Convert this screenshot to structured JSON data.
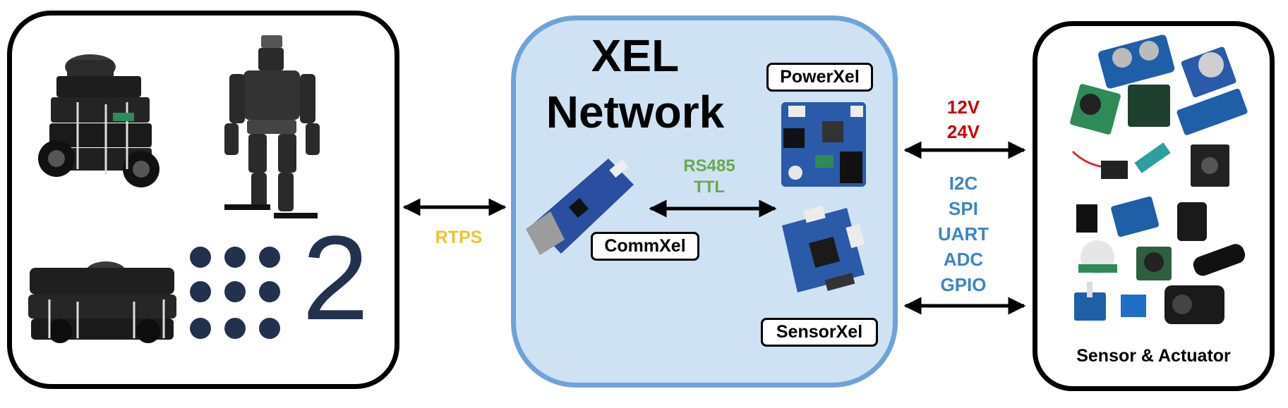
{
  "title": {
    "line1": "XEL",
    "line2": "Network"
  },
  "modules": {
    "power": "PowerXel",
    "comm": "CommXel",
    "sensor": "SensorXel"
  },
  "links": {
    "rtps": "RTPS",
    "bus": [
      "RS485",
      "TTL"
    ],
    "voltages": [
      "12V",
      "24V"
    ],
    "interfaces": [
      "I2C",
      "SPI",
      "UART",
      "ADC",
      "GPIO"
    ]
  },
  "ros2_logo_digit": "2",
  "sensor_panel_label": "Sensor & Actuator",
  "colors": {
    "rtps": "#f1c232",
    "bus": "#6aa84f",
    "voltage": "#cc0000",
    "interface": "#3d85c6",
    "network_fill": "#cfe2f3",
    "network_border": "#6ea3d8",
    "logo": "#22314e"
  }
}
